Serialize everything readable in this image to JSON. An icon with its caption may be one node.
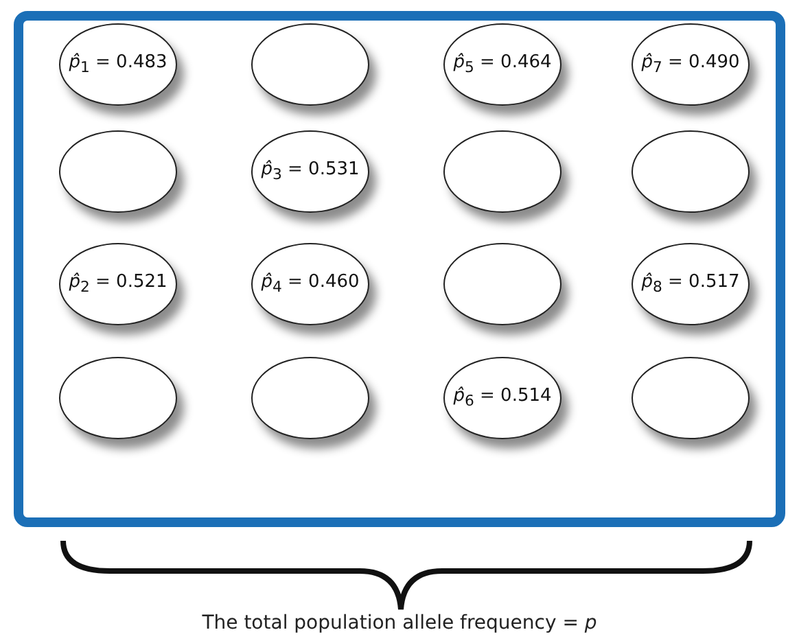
{
  "diagram": {
    "caption": "The total population allele frequency = *p*",
    "nodes": [
      {
        "text": [],
        "shape": "box"
      },
      {
        "text": [
          "*p̂*$_{1}$ = 0.483"
        ],
        "in": 0
      },
      {
        "text": [],
        "shape": "ellipse",
        "in": 0
      },
      {
        "text": [
          "*p̂*$_{5}$ = 0.464"
        ],
        "in": 0
      },
      {
        "text": [
          "*p̂*$_{7}$ = 0.490"
        ],
        "in": 0
      },
      {
        "text": [],
        "shape": "ellipse",
        "in": 0
      },
      {
        "text": [
          "*p̂*$_{3}$ = 0.531"
        ],
        "in": 0
      },
      {
        "text": [],
        "shape": "ellipse",
        "in": 0
      },
      {
        "text": [],
        "shape": "ellipse",
        "in": 0
      },
      {
        "text": [
          "*p̂*$_{2}$ = 0.521"
        ],
        "in": 0
      },
      {
        "text": [
          "*p̂*$_{4}$ = 0.460"
        ],
        "in": 0
      },
      {
        "text": [],
        "shape": "ellipse",
        "in": 0
      },
      {
        "text": [
          "*p̂*$_{8}$ = 0.517"
        ],
        "in": 0
      },
      {
        "text": [],
        "shape": "ellipse",
        "in": 0
      },
      {
        "text": [],
        "shape": "ellipse",
        "in": 0
      },
      {
        "text": [
          "*p̂*$_{6}$ = 0.514"
        ],
        "in": 0
      },
      {
        "text": [],
        "shape": "ellipse",
        "in": 0
      }
    ]
  }
}
